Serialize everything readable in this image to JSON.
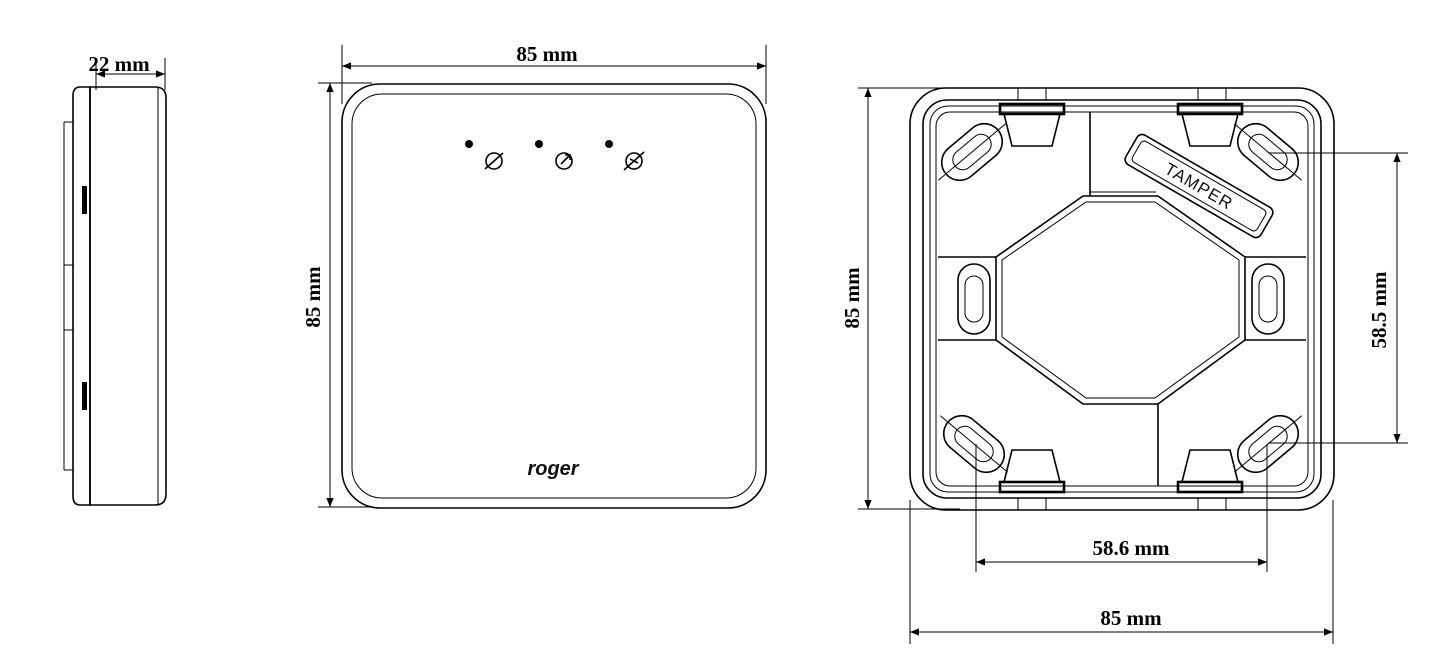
{
  "side_view": {
    "width_label": "22 mm"
  },
  "front_view": {
    "width_label": "85 mm",
    "height_label": "85 mm",
    "brand": "roger",
    "indicators": [
      "led-link-icon",
      "led-power-icon",
      "led-unlink-icon"
    ]
  },
  "back_view": {
    "height_label": "85 mm",
    "hole_vertical_label": "58.5 mm",
    "hole_horizontal_label": "58.6 mm",
    "width_label": "85 mm",
    "tamper_label": "TAMPER"
  }
}
